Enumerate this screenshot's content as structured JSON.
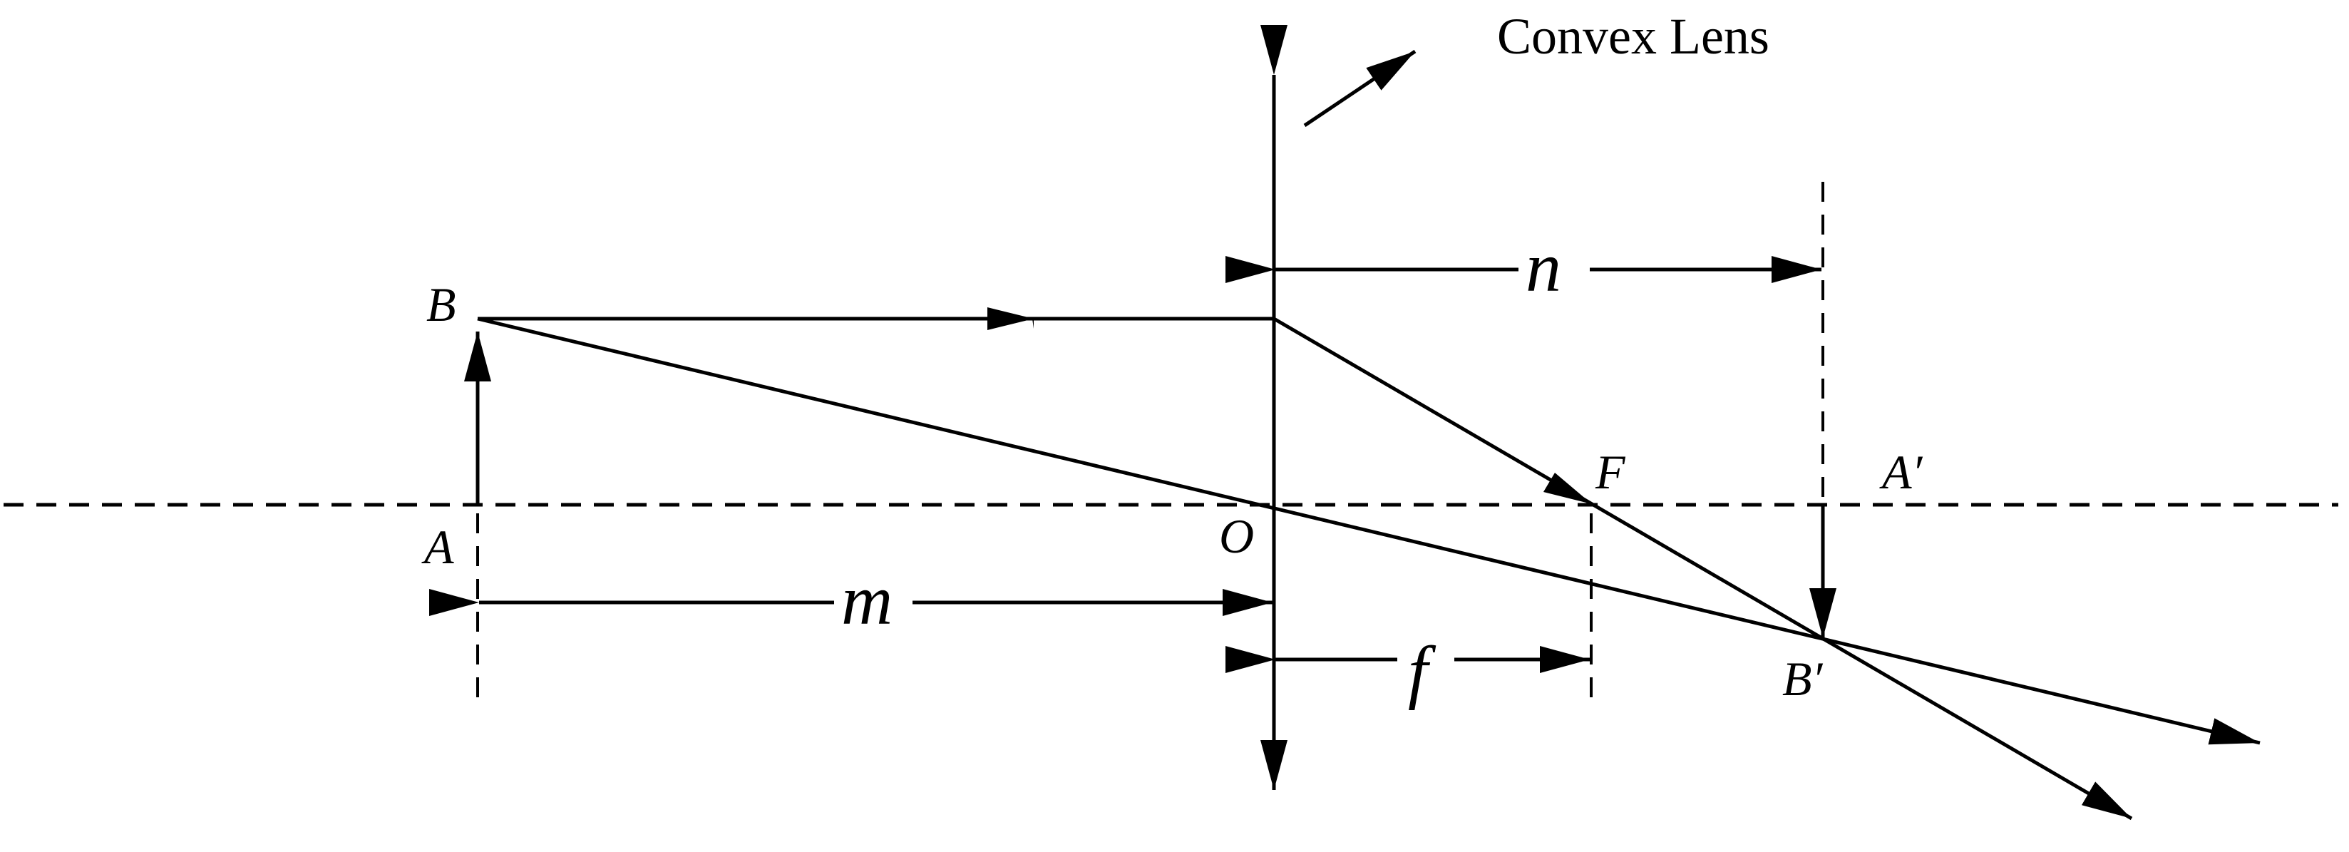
{
  "title": "Convex Lens",
  "points": {
    "A": "A",
    "B": "B",
    "O": "O",
    "F": "F",
    "A_prime": "A′",
    "B_prime": "B′"
  },
  "distances": {
    "m": "m",
    "n": "n",
    "f": "f"
  },
  "colors": {
    "line": "#000000",
    "background": "#ffffff"
  }
}
